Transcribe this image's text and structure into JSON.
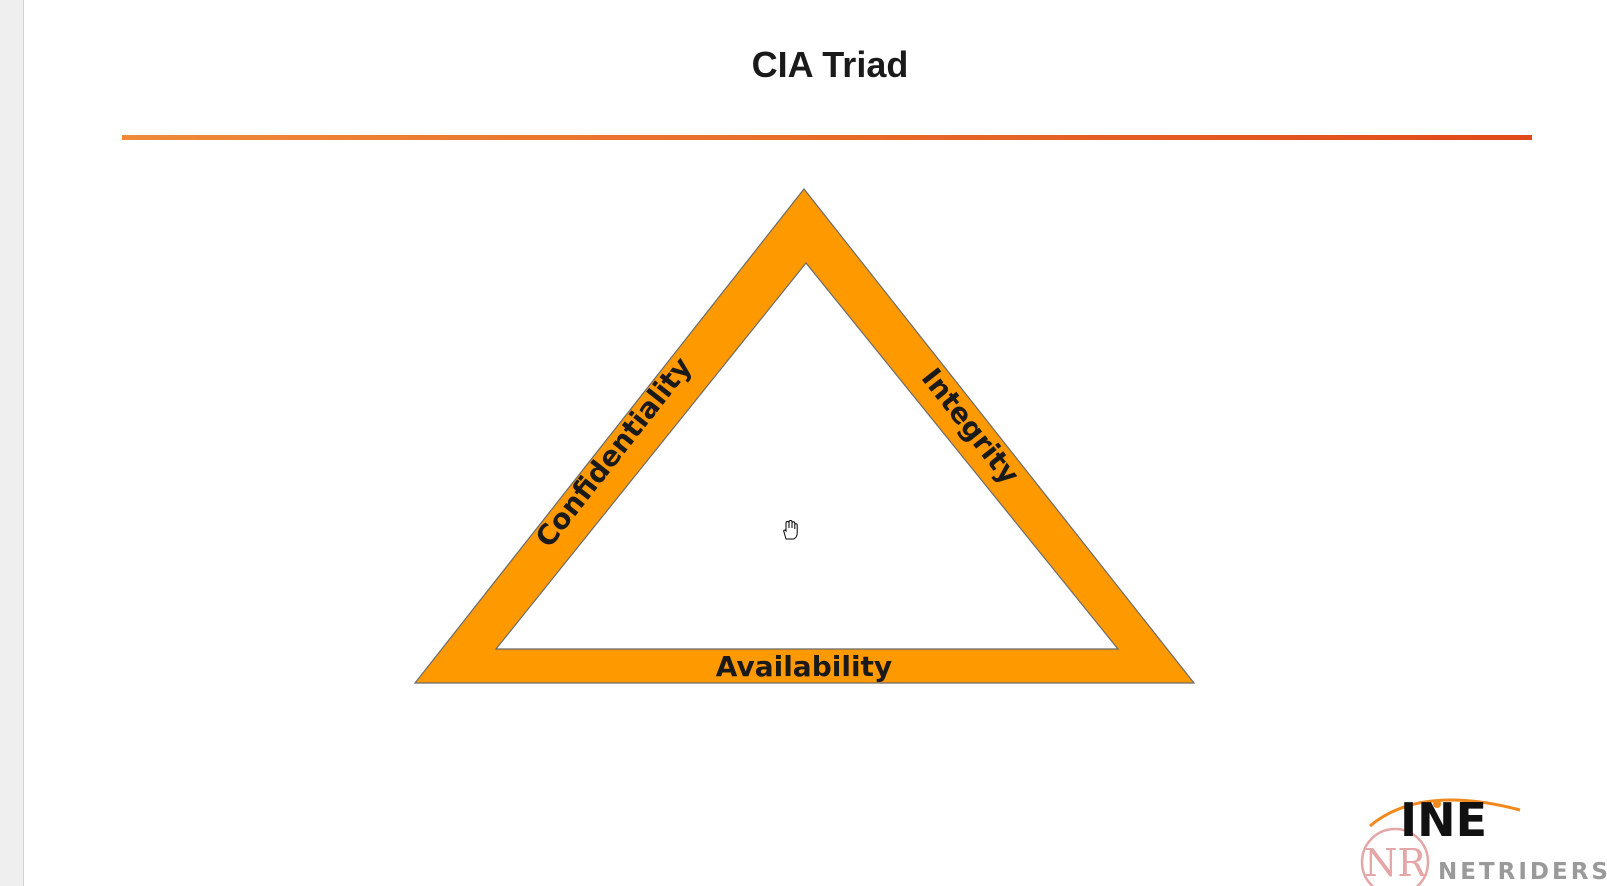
{
  "slide": {
    "title": "CIA Triad"
  },
  "triad": {
    "left_label": "Confidentiality",
    "right_label": "Integrity",
    "bottom_label": "Availability",
    "fill_color": "#ff9900",
    "edge_color": "#6b6b6b"
  },
  "accent": {
    "rule_start": "#ef8a3a",
    "rule_end": "#e04a1a"
  },
  "logo": {
    "brand": "INE",
    "badge": "NR",
    "name": "NETRIDERS.A"
  },
  "icons": {
    "cursor": "hand-cursor-icon"
  }
}
